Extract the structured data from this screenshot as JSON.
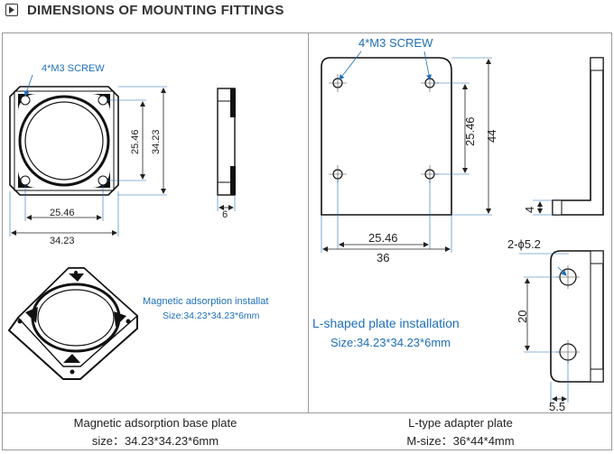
{
  "header": {
    "title": "DIMENSIONS OF MOUNTING FITTINGS"
  },
  "left_panel": {
    "screw_note": "4*M3  SCREW",
    "dim_inner_h": "25.46",
    "dim_outer_h": "34.23",
    "dim_inner_w": "25.46",
    "dim_outer_w": "34.23",
    "dim_thickness": "6",
    "install_title": "Magnetic adsorption installat",
    "install_size": "Size:34.23*34.23*6mm",
    "caption_title": "Magnetic adsorption base plate",
    "caption_size": "size：34.23*34.23*6mm"
  },
  "right_panel": {
    "screw_note": "4*M3  SCREW",
    "dim_inner_h": "25.46",
    "dim_outer_h": "44",
    "dim_inner_w": "25.46",
    "dim_outer_w": "36",
    "dim_thickness": "4",
    "hole_note": "2-ϕ5.2",
    "dim_hole_spacing": "20",
    "dim_hole_offset": "5.5",
    "install_title": "L-shaped plate installation",
    "install_size": "Size:34.23*34.23*6mm",
    "caption_title": "L-type adapter plate",
    "caption_size": "M-size：36*44*4mm"
  }
}
